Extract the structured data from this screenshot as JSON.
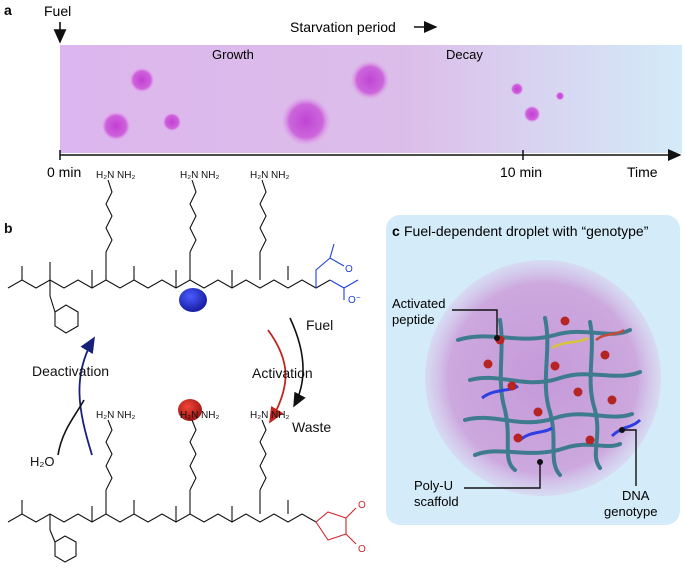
{
  "panel_a": {
    "letter": "a",
    "fuel_label": "Fuel",
    "starvation_label": "Starvation period",
    "growth_label": "Growth",
    "decay_label": "Decay",
    "axis": {
      "start_label": "0 min",
      "mid_label": "10 min",
      "end_label": "Time"
    },
    "colors": {
      "band_start": "#dcb6ee",
      "band_end": "#d3ebf8",
      "droplet": "#c64bd7"
    }
  },
  "panel_b": {
    "letter": "b",
    "fuel_label": "Fuel",
    "activation_label": "Activation",
    "deactivation_label": "Deactivation",
    "waste_label": "Waste",
    "water_label": "H₂O",
    "colors": {
      "carboxylate": "#1f3fe0",
      "anhydride": "#d0252a",
      "deactivation_arrow": "#18207a",
      "activation_arrow": "#c0251e"
    }
  },
  "panel_c": {
    "letter": "c",
    "title": "Fuel-dependent droplet with “genotype”",
    "activated_peptide_label": [
      "Activated",
      "peptide"
    ],
    "scaffold_label": [
      "Poly-U",
      "scaffold"
    ],
    "dna_label": [
      "DNA",
      "genotype"
    ],
    "colors": {
      "box": "#d4ecfa",
      "droplet": "#c9a2dc",
      "scaffold": "#3f7b8f",
      "peptide": "#b62424",
      "dna": "#2d3fe0"
    }
  }
}
